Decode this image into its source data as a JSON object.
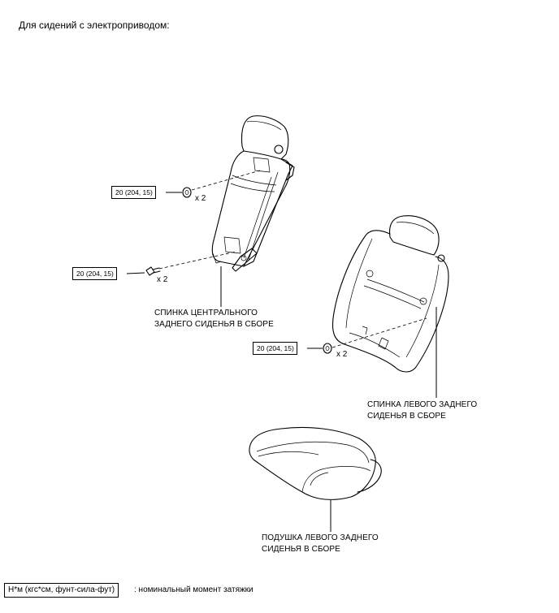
{
  "title": "Для сидений с электроприводом:",
  "torque_boxes": [
    "20 (204, 15)",
    "20 (204, 15)",
    "20 (204, 15)"
  ],
  "multipliers": [
    "x 2",
    "x 2",
    "x 2"
  ],
  "labels": {
    "center_back_line1": "СПИНКА ЦЕНТРАЛЬНОГО",
    "center_back_line2": "ЗАДНЕГО СИДЕНЬЯ В СБОРЕ",
    "left_back_line1": "СПИНКА ЛЕВОГО ЗАДНЕГО",
    "left_back_line2": "СИДЕНЬЯ В СБОРЕ",
    "cushion_line1": "ПОДУШКА ЛЕВОГО ЗАДНЕГО",
    "cushion_line2": "СИДЕНЬЯ В СБОРЕ"
  },
  "legend": {
    "unit": "Н*м (кгс*см, фунт-сила-фут)",
    "description": ": номинальный момент затяжки"
  }
}
